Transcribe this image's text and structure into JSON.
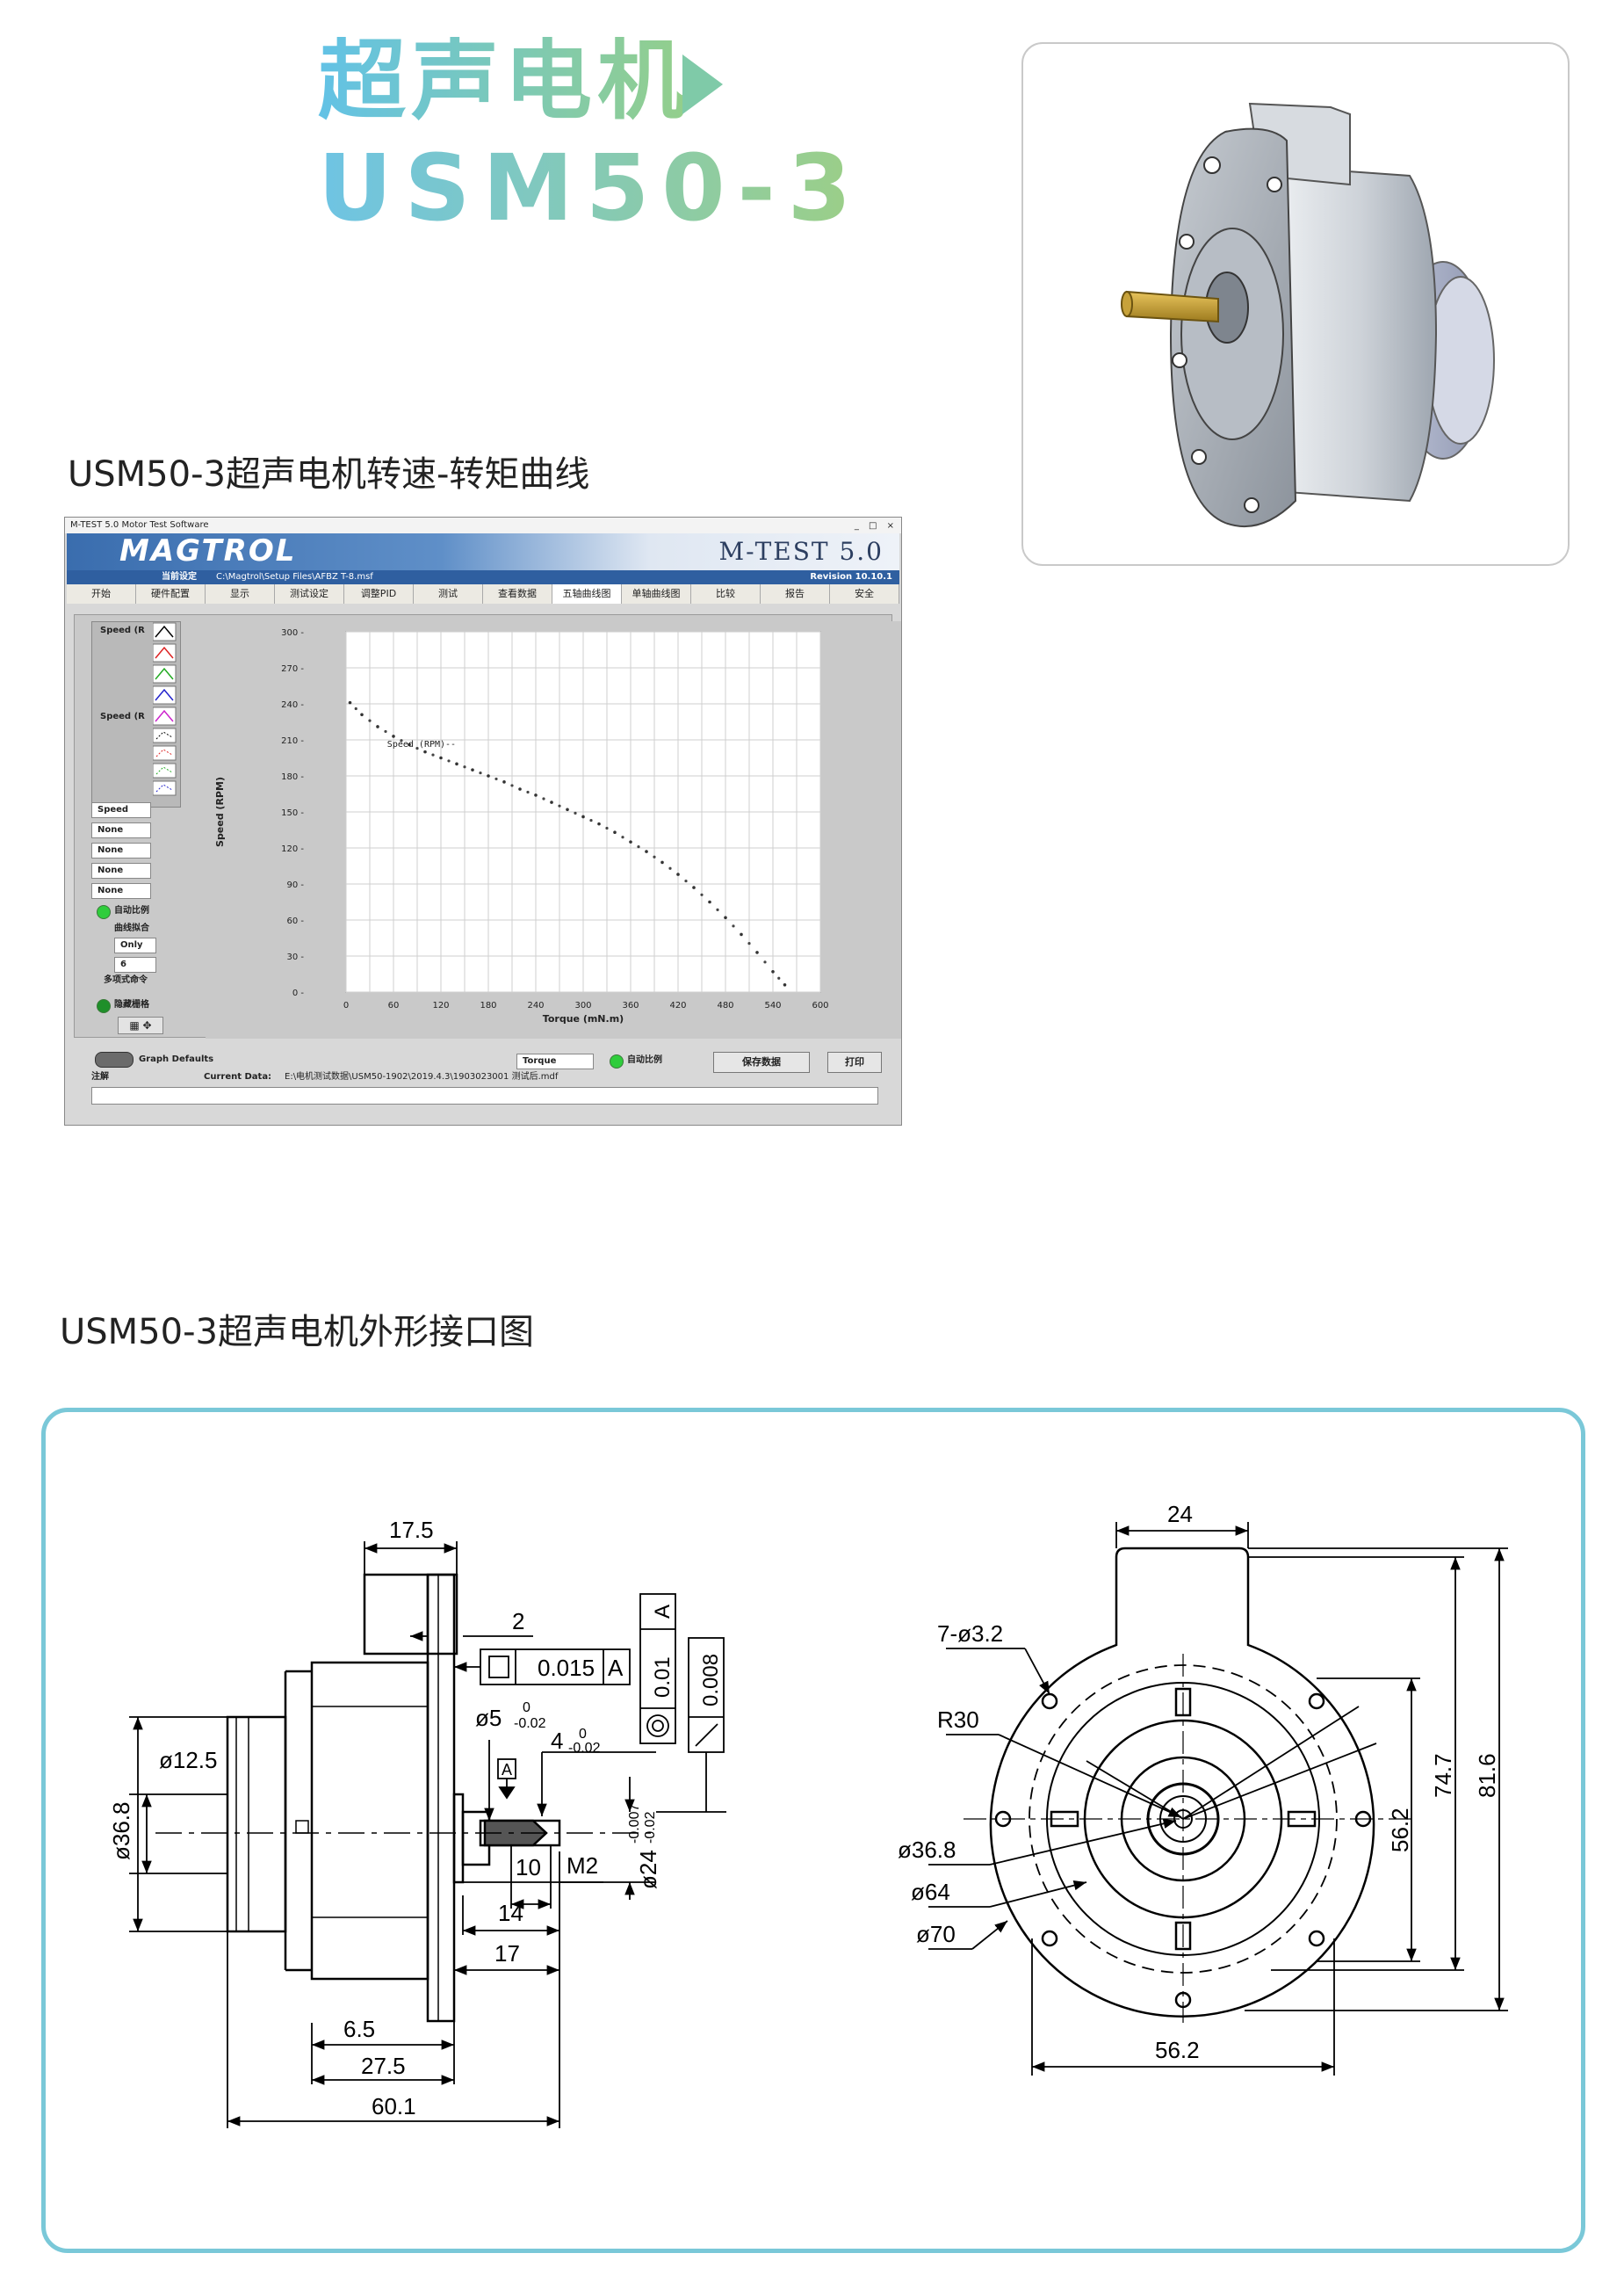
{
  "header": {
    "title_cn": "超声电机",
    "model": "USM50-3"
  },
  "photo": {
    "icon": "motor-3d-render"
  },
  "curve_section": {
    "heading": "USM50-3超声电机转速-转矩曲线",
    "app": {
      "window_title": "M-TEST 5.0 Motor Test Software",
      "brand": "MAGTROL",
      "product": "M-TEST 5.0",
      "current_setup_label": "当前设定",
      "setup_path": "C:\\Magtrol\\Setup Files\\AFBZ T-8.msf",
      "revision": "Revision 10.10.1",
      "tabs": [
        "开始",
        "硬件配置",
        "显示",
        "测试设定",
        "调整PID",
        "测试",
        "查看数据",
        "五轴曲线图",
        "单轴曲线图",
        "比较",
        "报告",
        "安全"
      ],
      "active_tab": "五轴曲线图",
      "left_panel": {
        "speed_label_1": "Speed (R",
        "speed_label_2": "Speed (R",
        "dropdowns": [
          "Speed",
          "None",
          "None",
          "None",
          "None"
        ],
        "auto_scale": "自动比例",
        "curve_fit": "曲线拟合",
        "fit_mode": "Only",
        "fit_order": "6",
        "poly_cmd": "多项式命令",
        "hide_grid": "隐藏栅格"
      },
      "footer": {
        "graph_defaults": "Graph Defaults",
        "x_select": "Torque",
        "auto_scale": "自动比例",
        "save_data": "保存数据",
        "print": "打印",
        "notes_label": "注解",
        "current_data_label": "Current Data:",
        "current_data_path": "E:\\电机测试数据\\USM50-1902\\2019.4.3\\1903023001 测试后.mdf"
      }
    }
  },
  "chart_data": {
    "type": "scatter",
    "title": "",
    "xlabel": "Torque (mN.m)",
    "ylabel": "Speed (RPM)",
    "xlim": [
      0,
      600
    ],
    "ylim": [
      0,
      300
    ],
    "x_ticks": [
      0,
      60,
      120,
      180,
      240,
      300,
      360,
      420,
      480,
      540,
      600
    ],
    "y_ticks": [
      0,
      30,
      60,
      90,
      120,
      150,
      180,
      210,
      240,
      270,
      300
    ],
    "grid": true,
    "annotations": [
      "Speed (RPM)--"
    ],
    "series": [
      {
        "name": "Speed (RPM)",
        "x": [
          5,
          20,
          40,
          60,
          80,
          100,
          120,
          140,
          160,
          180,
          200,
          220,
          240,
          260,
          280,
          300,
          320,
          340,
          360,
          380,
          400,
          420,
          440,
          460,
          480,
          500,
          520,
          540,
          555
        ],
        "y": [
          241,
          231,
          221,
          213,
          206,
          200,
          195,
          190,
          185,
          180,
          175,
          169,
          164,
          158,
          152,
          146,
          140,
          133,
          125,
          117,
          108,
          98,
          87,
          75,
          62,
          48,
          33,
          17,
          6
        ]
      }
    ]
  },
  "outline_section": {
    "heading": "USM50-3超声电机外形接口图"
  },
  "drawing": {
    "side": {
      "d17_5": "17.5",
      "d2": "2",
      "fcf_tol": "0.015",
      "fcf_datum": "A",
      "d_shaft": "ø5",
      "d_shaft_tol_up": "0",
      "d_shaft_tol_dn": "-0.02",
      "d_key": "4",
      "d_key_tol_up": "0",
      "d_key_tol_dn": "-0.02",
      "d_pilot": "ø24",
      "d_pilot_tol_up": "-0.007",
      "d_pilot_tol_dn": "-0.02",
      "fcf2_tol": "0.01",
      "fcf2_datum": "A",
      "fcf3_tol": "0.008",
      "datum_a": "A",
      "d12_5": "ø12.5",
      "d36_8": "ø36.8",
      "d10": "10",
      "m2": "M2",
      "d14": "14",
      "d17": "17",
      "d6_5": "6.5",
      "d27_5": "27.5",
      "d60_1": "60.1"
    },
    "front": {
      "d24": "24",
      "holes": "7-ø3.2",
      "r30": "R30",
      "d36_8": "ø36.8",
      "d64": "ø64",
      "d70": "ø70",
      "d56_2v": "56.2",
      "d74_7": "74.7",
      "d81_6": "81.6",
      "d56_2h": "56.2"
    }
  }
}
